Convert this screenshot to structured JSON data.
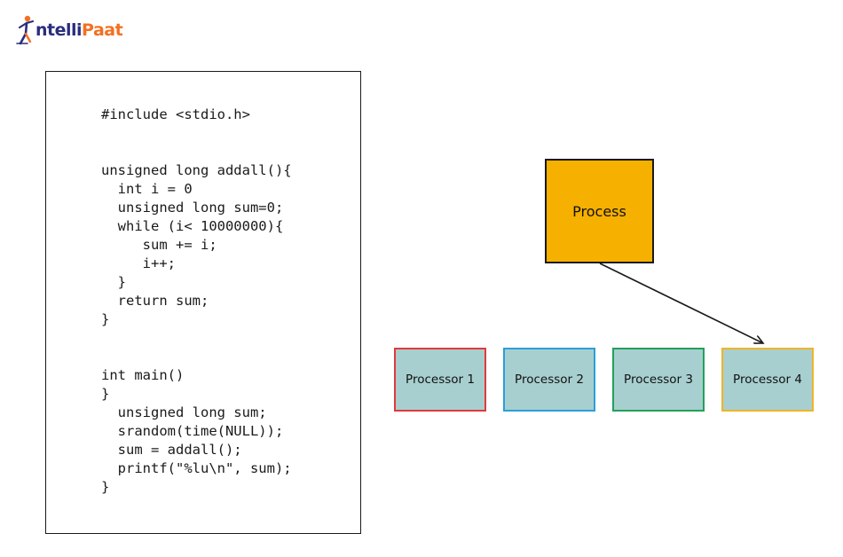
{
  "logo": {
    "text_first": "ntelli",
    "text_second": "Paat",
    "brand_blue": "#2a2e7d",
    "brand_orange": "#f37021"
  },
  "code": {
    "lines": [
      "#include <stdio.h>",
      "",
      "",
      "unsigned long addall(){",
      "  int i = 0",
      "  unsigned long sum=0;",
      "  while (i< 10000000){",
      "     sum += i;",
      "     i++;",
      "  }",
      "  return sum;",
      "}",
      "",
      "",
      "int main()",
      "}",
      "  unsigned long sum;",
      "  srandom(time(NULL));",
      "  sum = addall();",
      "  printf(\"%lu\\n\", sum);",
      "}"
    ]
  },
  "diagram": {
    "process": {
      "label": "Process",
      "color": "#f5b000"
    },
    "processors": [
      {
        "label": "Processor 1",
        "border_color": "#e03a3a"
      },
      {
        "label": "Processor 2",
        "border_color": "#2a9fd8"
      },
      {
        "label": "Processor 3",
        "border_color": "#22a05a"
      },
      {
        "label": "Processor 4",
        "border_color": "#f0b429"
      }
    ],
    "processor_fill": "#a8cfcf",
    "arrow_target_index": 3
  }
}
